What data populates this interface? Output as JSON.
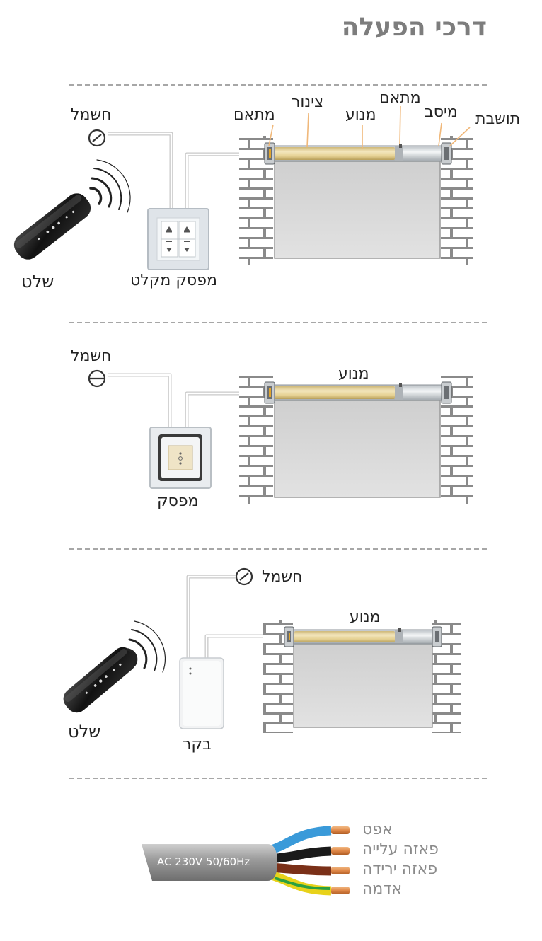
{
  "title": "דרכי הפעלה",
  "section1": {
    "power_label": "חשמל",
    "remote_label": "שלט",
    "switch_label": "מפסק מקלט",
    "adapter_left_label": "מתאם",
    "tube_label": "צינור",
    "adapter_right_label": "מתאם",
    "motor_label": "מנוע",
    "bearing_label": "מיסב",
    "bracket_label": "תושבת"
  },
  "section2": {
    "power_label": "חשמל",
    "motor_label": "מנוע",
    "switch_label": "מפסק"
  },
  "section3": {
    "power_label": "חשמל",
    "motor_label": "מנוע",
    "remote_label": "שלט",
    "controller_label": "בקר"
  },
  "cable": {
    "spec_label": "AC 230V 50/60Hz",
    "wires": [
      {
        "label": "אפס",
        "color": "#3a9ad9"
      },
      {
        "label": "פאזה עלייה",
        "color": "#1a1a1a"
      },
      {
        "label": "פאזה ירידה",
        "color": "#7a3018"
      },
      {
        "label": "אדמה",
        "color": "#e8d21a"
      }
    ]
  },
  "colors": {
    "brick": "#ffffff",
    "mortar": "#8a8a8a",
    "shutter": "#d6d6d6",
    "tube": "#e6d29a",
    "title": "#7d7d7d"
  }
}
